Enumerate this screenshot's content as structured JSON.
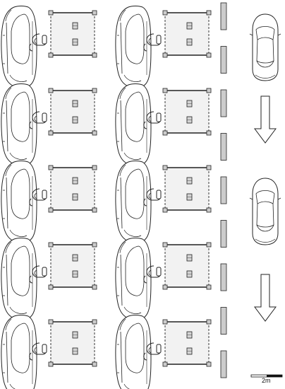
{
  "scale_bar": {
    "label": "2m"
  },
  "layout": {
    "columns": 2,
    "rows": 5,
    "station": {
      "name": "charging-bay",
      "car": "parked-car",
      "plug": "charging-plug-icon",
      "unit": "charger-unit"
    }
  },
  "lane": {
    "arrows": 2,
    "moving_cars": 2,
    "divider_segments": 9
  },
  "colors": {
    "stroke": "#222222",
    "fill": "#f2f2f2",
    "post": "#cccccc"
  }
}
